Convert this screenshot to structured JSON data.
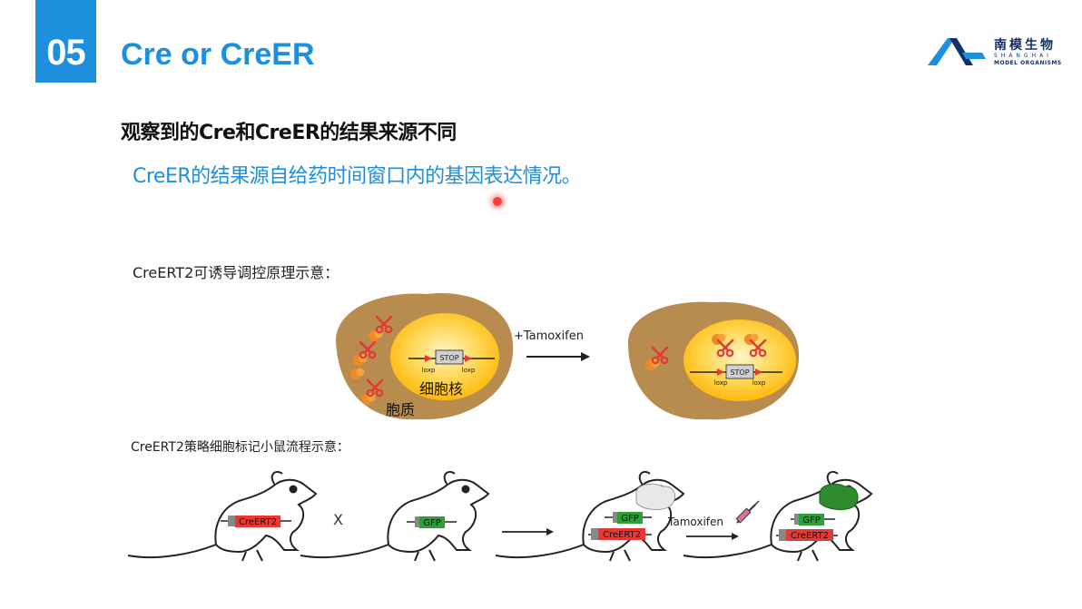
{
  "header": {
    "slide_number": "05",
    "title": "Cre or CreER",
    "logo": {
      "name_cn": "南模生物",
      "name_en_line1": "SHANGHAI",
      "name_en_line2": "MODEL ORGANISMS",
      "brand_color": "#13306a",
      "accent_color": "#1d8fdc"
    }
  },
  "content": {
    "headline": "观察到的Cre和CreER的结果来源不同",
    "subline": "CreER的结果源自给药时间窗口内的基因表达情况。",
    "caption1": "CreERT2可诱导调控原理示意：",
    "caption2": "CreERT2策略细胞标记小鼠流程示意："
  },
  "diagram": {
    "cell_labels": {
      "nucleus": "细胞核",
      "cytoplasm": "胞质"
    },
    "stop_label": "STOP",
    "loxp_label": "loxp",
    "arrow_label": "+Tamoxifen",
    "cross_symbol": "X",
    "gene_creert2": "CreERT2",
    "gene_gfp": "GFP",
    "tamoxifen_label": "Tamoxifen"
  },
  "colors": {
    "cell": "#b88c4e",
    "nucleus": "#ffc107",
    "scissors": "#e53935",
    "protein": "#f08a24",
    "creert2_gene": "#e53935",
    "gfp_gene": "#2e9d3a",
    "gfp_brain": "#2e8b2e"
  }
}
